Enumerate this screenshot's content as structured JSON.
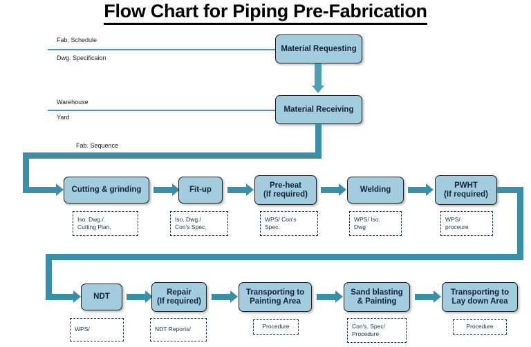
{
  "title": "Flow Chart for Piping Pre-Fabrication",
  "colors": {
    "box_fill": "#A3CCDE",
    "box_border": "#1d1d1d",
    "connector": "#3A8FA6",
    "connector_light": "#4E9FB4",
    "rule": "#4E93AE",
    "dashed_border": "#123651",
    "text": "#10253a"
  },
  "inputs": [
    {
      "above": "Fab. Schedule",
      "below": "Dwg. Specificaion"
    },
    {
      "above": "Warehouse",
      "below": "Yard"
    }
  ],
  "fab_sequence_label": "Fab. Sequence",
  "top_boxes": [
    {
      "label": "Material Requesting"
    },
    {
      "label": "Material Receiving"
    }
  ],
  "row_middle": [
    {
      "label_lines": [
        "Cutting & grinding"
      ],
      "note_lines": [
        "Iso. Dwg./",
        "Cutting Plan."
      ]
    },
    {
      "label_lines": [
        "Fit-up"
      ],
      "note_lines": [
        "Iso. Dwg./",
        "Con's Spec."
      ]
    },
    {
      "label_lines": [
        "Pre-heat",
        "(If required)"
      ],
      "note_lines": [
        "WPS/ Con's",
        "Spec."
      ]
    },
    {
      "label_lines": [
        "Welding"
      ],
      "note_lines": [
        "WPS/ Iso.",
        "Dwg"
      ]
    },
    {
      "label_lines": [
        "PWHT",
        "(If required)"
      ],
      "note_lines": [
        "WPS/",
        "proceure"
      ]
    }
  ],
  "row_bottom": [
    {
      "label_lines": [
        "NDT"
      ],
      "note_lines": [
        "WPS/"
      ]
    },
    {
      "label_lines": [
        "Repair",
        "(If required)"
      ],
      "note_lines": [
        "NDT Reports/"
      ]
    },
    {
      "label_lines": [
        "Transporting to",
        "Painting Area"
      ],
      "note_lines": [
        "Procedure"
      ]
    },
    {
      "label_lines": [
        "Sand blasting",
        "& Painting"
      ],
      "note_lines": [
        "Con's. Spec/",
        "Procedure"
      ]
    },
    {
      "label_lines": [
        "Transporting to",
        "Lay down Area"
      ],
      "note_lines": [
        "Procedure"
      ]
    }
  ]
}
